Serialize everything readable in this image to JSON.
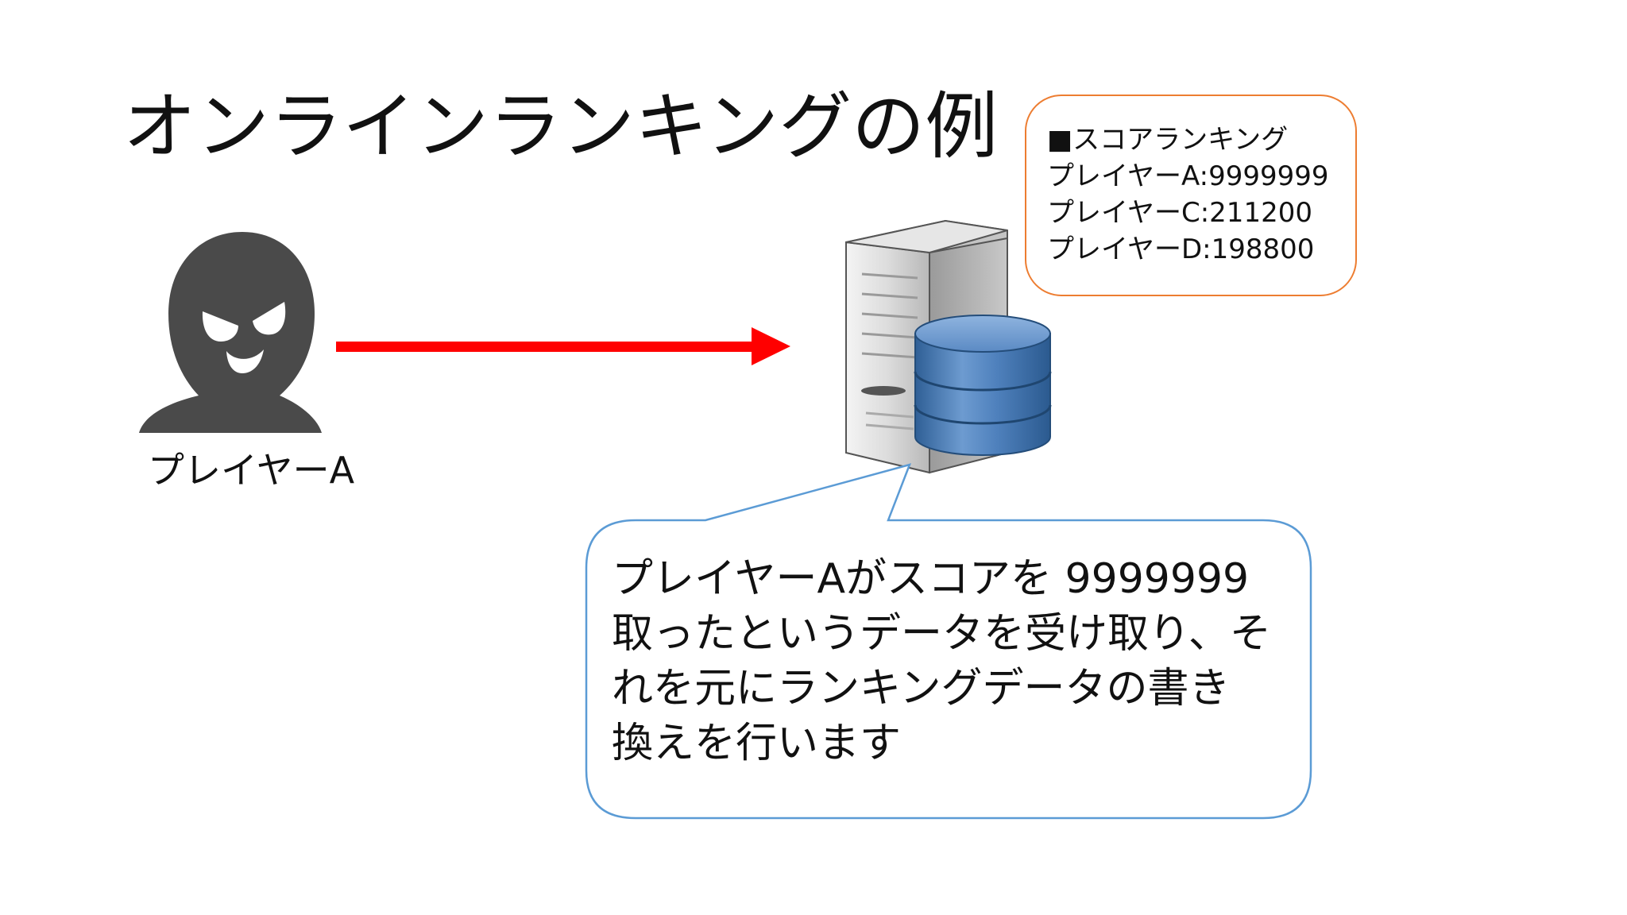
{
  "slide": {
    "title": "オンラインランキングの例"
  },
  "player": {
    "label": "プレイヤーA",
    "icon": "masked-person-icon"
  },
  "server": {
    "icon": "server-database-icon"
  },
  "ranking": {
    "lines": [
      "■スコアランキング",
      "プレイヤーA:9999999",
      "プレイヤーC:211200",
      "プレイヤーD:198800"
    ]
  },
  "callout": {
    "lines": [
      "プレイヤーAがスコアを 9999999",
      "取ったというデータを受け取り、そ",
      "れを元にランキングデータの書き",
      "換えを行います"
    ]
  },
  "colors": {
    "arrow": "#ff0000",
    "ranking_border": "#ed7d31",
    "callout_border": "#5b9bd5",
    "person": "#4a4a4a",
    "database": "#4f81bd"
  }
}
